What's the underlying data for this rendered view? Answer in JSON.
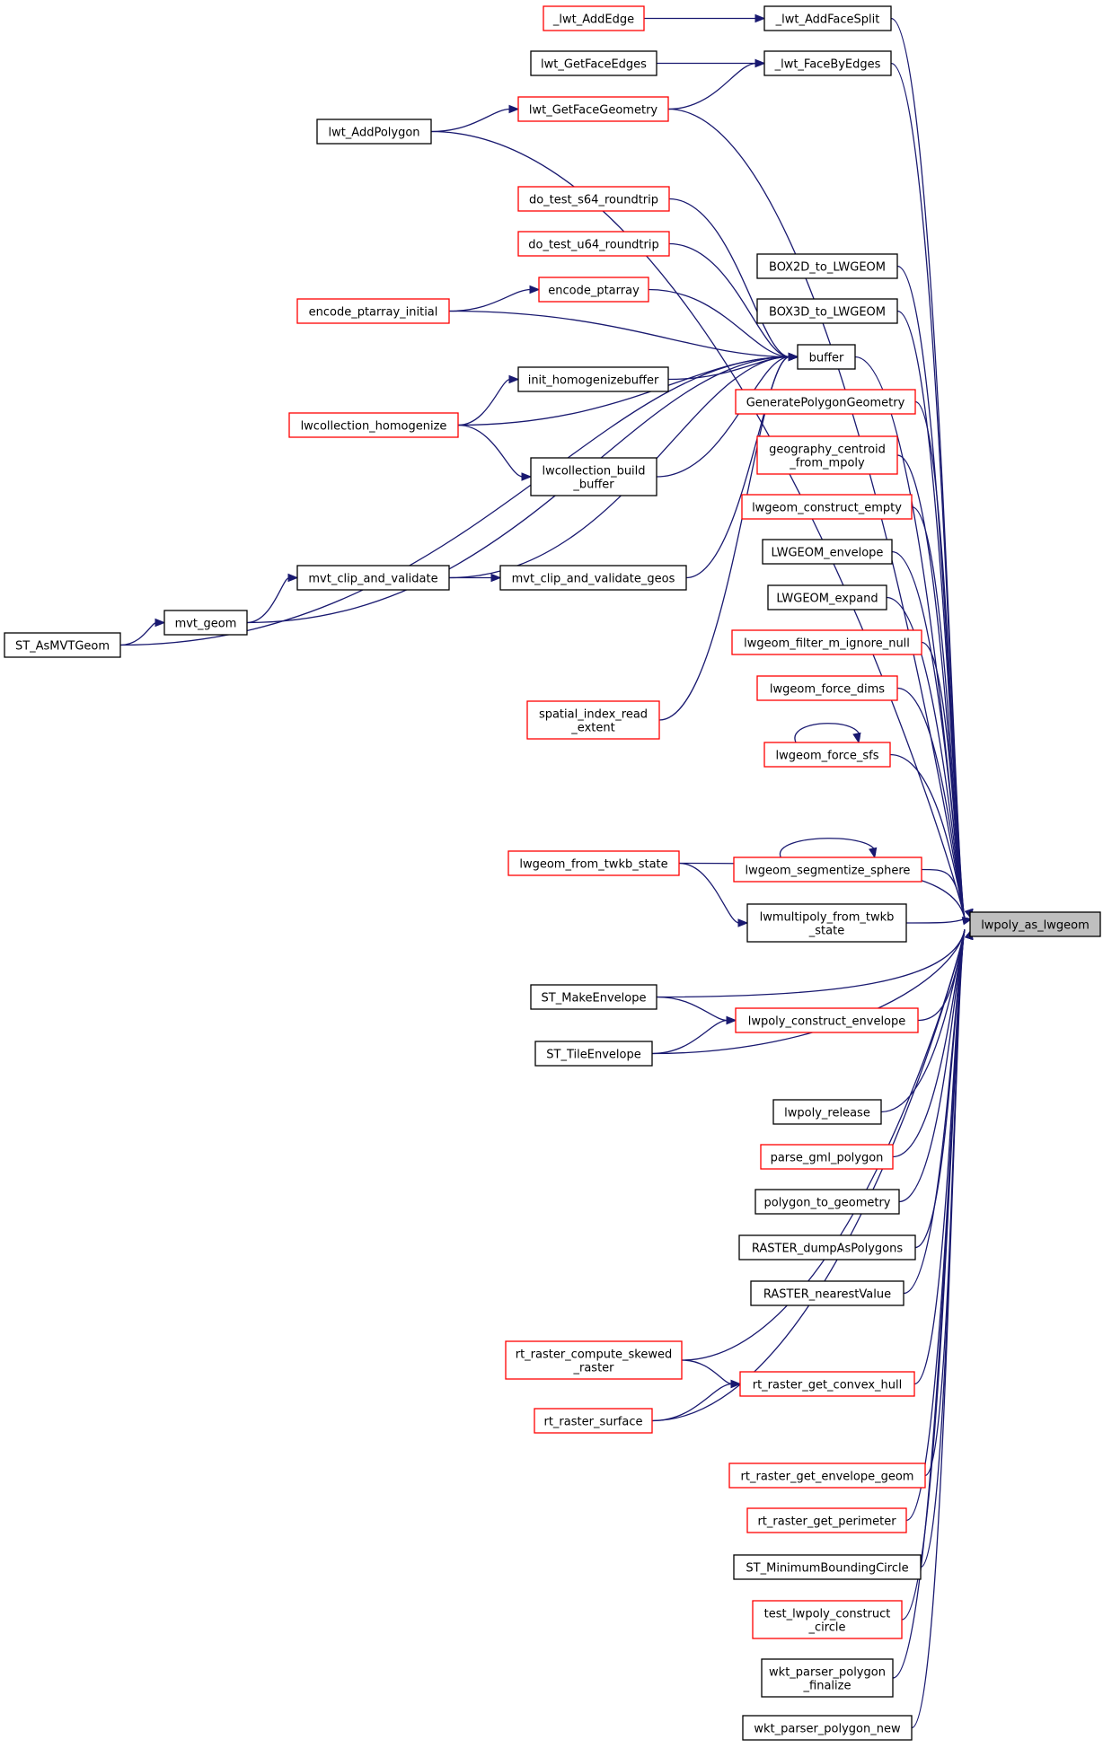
{
  "graph": {
    "target": "lwpoly_as_lwgeom",
    "nodes": [
      {
        "id": "lwpoly_as_lwgeom",
        "lines": [
          "lwpoly_as_lwgeom"
        ],
        "border": "black",
        "fill": "gray"
      },
      {
        "id": "_lwt_AddFaceSplit",
        "lines": [
          "_lwt_AddFaceSplit"
        ],
        "border": "black"
      },
      {
        "id": "_lwt_AddEdge",
        "lines": [
          "_lwt_AddEdge"
        ],
        "border": "red"
      },
      {
        "id": "_lwt_FaceByEdges",
        "lines": [
          "_lwt_FaceByEdges"
        ],
        "border": "black"
      },
      {
        "id": "lwt_GetFaceEdges",
        "lines": [
          "lwt_GetFaceEdges"
        ],
        "border": "black"
      },
      {
        "id": "lwt_GetFaceGeometry",
        "lines": [
          "lwt_GetFaceGeometry"
        ],
        "border": "red"
      },
      {
        "id": "lwt_AddPolygon",
        "lines": [
          "lwt_AddPolygon"
        ],
        "border": "black"
      },
      {
        "id": "do_test_s64_roundtrip",
        "lines": [
          "do_test_s64_roundtrip"
        ],
        "border": "red"
      },
      {
        "id": "do_test_u64_roundtrip",
        "lines": [
          "do_test_u64_roundtrip"
        ],
        "border": "red"
      },
      {
        "id": "encode_ptarray",
        "lines": [
          "encode_ptarray"
        ],
        "border": "red"
      },
      {
        "id": "encode_ptarray_initial",
        "lines": [
          "encode_ptarray_initial"
        ],
        "border": "red"
      },
      {
        "id": "buffer",
        "lines": [
          "buffer"
        ],
        "border": "black"
      },
      {
        "id": "init_homogenizebuffer",
        "lines": [
          "init_homogenizebuffer"
        ],
        "border": "black"
      },
      {
        "id": "lwcollection_homogenize",
        "lines": [
          "lwcollection_homogenize"
        ],
        "border": "red"
      },
      {
        "id": "lwcollection_build_buffer",
        "lines": [
          "lwcollection_build",
          "_buffer"
        ],
        "border": "black"
      },
      {
        "id": "mvt_clip_and_validate",
        "lines": [
          "mvt_clip_and_validate"
        ],
        "border": "black"
      },
      {
        "id": "mvt_clip_and_validate_geos",
        "lines": [
          "mvt_clip_and_validate_geos"
        ],
        "border": "black"
      },
      {
        "id": "mvt_geom",
        "lines": [
          "mvt_geom"
        ],
        "border": "black"
      },
      {
        "id": "ST_AsMVTGeom",
        "lines": [
          "ST_AsMVTGeom"
        ],
        "border": "black"
      },
      {
        "id": "spatial_index_read_extent",
        "lines": [
          "spatial_index_read",
          "_extent"
        ],
        "border": "red"
      },
      {
        "id": "BOX2D_to_LWGEOM",
        "lines": [
          "BOX2D_to_LWGEOM"
        ],
        "border": "black"
      },
      {
        "id": "BOX3D_to_LWGEOM",
        "lines": [
          "BOX3D_to_LWGEOM"
        ],
        "border": "black"
      },
      {
        "id": "GeneratePolygonGeometry",
        "lines": [
          "GeneratePolygonGeometry"
        ],
        "border": "red"
      },
      {
        "id": "geography_centroid_from_mpoly",
        "lines": [
          "geography_centroid",
          "_from_mpoly"
        ],
        "border": "red"
      },
      {
        "id": "lwgeom_construct_empty",
        "lines": [
          "lwgeom_construct_empty"
        ],
        "border": "red"
      },
      {
        "id": "LWGEOM_envelope",
        "lines": [
          "LWGEOM_envelope"
        ],
        "border": "black"
      },
      {
        "id": "LWGEOM_expand",
        "lines": [
          "LWGEOM_expand"
        ],
        "border": "black"
      },
      {
        "id": "lwgeom_filter_m_ignore_null",
        "lines": [
          "lwgeom_filter_m_ignore_null"
        ],
        "border": "red"
      },
      {
        "id": "lwgeom_force_dims",
        "lines": [
          "lwgeom_force_dims"
        ],
        "border": "red"
      },
      {
        "id": "lwgeom_force_sfs",
        "lines": [
          "lwgeom_force_sfs"
        ],
        "border": "red"
      },
      {
        "id": "lwgeom_from_twkb_state",
        "lines": [
          "lwgeom_from_twkb_state"
        ],
        "border": "red"
      },
      {
        "id": "lwgeom_segmentize_sphere",
        "lines": [
          "lwgeom_segmentize_sphere"
        ],
        "border": "red"
      },
      {
        "id": "lwmultipoly_from_twkb_state",
        "lines": [
          "lwmultipoly_from_twkb",
          "_state"
        ],
        "border": "black"
      },
      {
        "id": "ST_MakeEnvelope",
        "lines": [
          "ST_MakeEnvelope"
        ],
        "border": "black"
      },
      {
        "id": "lwpoly_construct_envelope",
        "lines": [
          "lwpoly_construct_envelope"
        ],
        "border": "red"
      },
      {
        "id": "ST_TileEnvelope",
        "lines": [
          "ST_TileEnvelope"
        ],
        "border": "black"
      },
      {
        "id": "lwpoly_release",
        "lines": [
          "lwpoly_release"
        ],
        "border": "black"
      },
      {
        "id": "parse_gml_polygon",
        "lines": [
          "parse_gml_polygon"
        ],
        "border": "red"
      },
      {
        "id": "polygon_to_geometry",
        "lines": [
          "polygon_to_geometry"
        ],
        "border": "black"
      },
      {
        "id": "RASTER_dumpAsPolygons",
        "lines": [
          "RASTER_dumpAsPolygons"
        ],
        "border": "black"
      },
      {
        "id": "RASTER_nearestValue",
        "lines": [
          "RASTER_nearestValue"
        ],
        "border": "black"
      },
      {
        "id": "rt_raster_compute_skewed_raster",
        "lines": [
          "rt_raster_compute_skewed",
          "_raster"
        ],
        "border": "red"
      },
      {
        "id": "rt_raster_get_convex_hull",
        "lines": [
          "rt_raster_get_convex_hull"
        ],
        "border": "red"
      },
      {
        "id": "rt_raster_surface",
        "lines": [
          "rt_raster_surface"
        ],
        "border": "red"
      },
      {
        "id": "rt_raster_get_envelope_geom",
        "lines": [
          "rt_raster_get_envelope_geom"
        ],
        "border": "red"
      },
      {
        "id": "rt_raster_get_perimeter",
        "lines": [
          "rt_raster_get_perimeter"
        ],
        "border": "red"
      },
      {
        "id": "ST_MinimumBoundingCircle",
        "lines": [
          "ST_MinimumBoundingCircle"
        ],
        "border": "black"
      },
      {
        "id": "test_lwpoly_construct_circle",
        "lines": [
          "test_lwpoly_construct",
          "_circle"
        ],
        "border": "red"
      },
      {
        "id": "wkt_parser_polygon_finalize",
        "lines": [
          "wkt_parser_polygon",
          "_finalize"
        ],
        "border": "black"
      },
      {
        "id": "wkt_parser_polygon_new",
        "lines": [
          "wkt_parser_polygon_new"
        ],
        "border": "black"
      }
    ],
    "edges": [
      {
        "from": "_lwt_AddEdge",
        "to": "_lwt_AddFaceSplit"
      },
      {
        "from": "lwt_GetFaceEdges",
        "to": "_lwt_FaceByEdges"
      },
      {
        "from": "lwt_GetFaceGeometry",
        "to": "_lwt_FaceByEdges"
      },
      {
        "from": "lwt_AddPolygon",
        "to": "lwt_GetFaceGeometry"
      },
      {
        "from": "encode_ptarray_initial",
        "to": "encode_ptarray"
      },
      {
        "from": "do_test_s64_roundtrip",
        "to": "buffer"
      },
      {
        "from": "do_test_u64_roundtrip",
        "to": "buffer"
      },
      {
        "from": "encode_ptarray",
        "to": "buffer"
      },
      {
        "from": "encode_ptarray_initial",
        "to": "buffer"
      },
      {
        "from": "init_homogenizebuffer",
        "to": "buffer"
      },
      {
        "from": "lwcollection_homogenize",
        "to": "buffer"
      },
      {
        "from": "lwcollection_build_buffer",
        "to": "buffer"
      },
      {
        "from": "mvt_clip_and_validate",
        "to": "buffer"
      },
      {
        "from": "mvt_clip_and_validate_geos",
        "to": "buffer"
      },
      {
        "from": "mvt_geom",
        "to": "buffer"
      },
      {
        "from": "ST_AsMVTGeom",
        "to": "buffer"
      },
      {
        "from": "spatial_index_read_extent",
        "to": "buffer"
      },
      {
        "from": "lwcollection_homogenize",
        "to": "init_homogenizebuffer"
      },
      {
        "from": "lwcollection_homogenize",
        "to": "lwcollection_build_buffer"
      },
      {
        "from": "mvt_clip_and_validate",
        "to": "mvt_clip_and_validate_geos"
      },
      {
        "from": "mvt_geom",
        "to": "mvt_clip_and_validate"
      },
      {
        "from": "ST_AsMVTGeom",
        "to": "mvt_geom"
      },
      {
        "from": "lwgeom_force_sfs",
        "to": "lwgeom_force_sfs"
      },
      {
        "from": "lwgeom_segmentize_sphere",
        "to": "lwgeom_segmentize_sphere"
      },
      {
        "from": "lwgeom_from_twkb_state",
        "to": "lwmultipoly_from_twkb_state"
      },
      {
        "from": "ST_MakeEnvelope",
        "to": "lwpoly_construct_envelope"
      },
      {
        "from": "ST_TileEnvelope",
        "to": "lwpoly_construct_envelope"
      },
      {
        "from": "rt_raster_compute_skewed_raster",
        "to": "rt_raster_get_convex_hull"
      },
      {
        "from": "rt_raster_surface",
        "to": "rt_raster_get_convex_hull"
      },
      {
        "from": "_lwt_AddFaceSplit",
        "to": "lwpoly_as_lwgeom"
      },
      {
        "from": "_lwt_FaceByEdges",
        "to": "lwpoly_as_lwgeom"
      },
      {
        "from": "lwt_GetFaceGeometry",
        "to": "lwpoly_as_lwgeom"
      },
      {
        "from": "lwt_AddPolygon",
        "to": "lwpoly_as_lwgeom"
      },
      {
        "from": "BOX2D_to_LWGEOM",
        "to": "lwpoly_as_lwgeom"
      },
      {
        "from": "BOX3D_to_LWGEOM",
        "to": "lwpoly_as_lwgeom"
      },
      {
        "from": "buffer",
        "to": "lwpoly_as_lwgeom"
      },
      {
        "from": "GeneratePolygonGeometry",
        "to": "lwpoly_as_lwgeom"
      },
      {
        "from": "geography_centroid_from_mpoly",
        "to": "lwpoly_as_lwgeom"
      },
      {
        "from": "lwgeom_construct_empty",
        "to": "lwpoly_as_lwgeom"
      },
      {
        "from": "LWGEOM_envelope",
        "to": "lwpoly_as_lwgeom"
      },
      {
        "from": "LWGEOM_expand",
        "to": "lwpoly_as_lwgeom"
      },
      {
        "from": "lwgeom_filter_m_ignore_null",
        "to": "lwpoly_as_lwgeom"
      },
      {
        "from": "lwgeom_force_dims",
        "to": "lwpoly_as_lwgeom"
      },
      {
        "from": "lwgeom_force_sfs",
        "to": "lwpoly_as_lwgeom"
      },
      {
        "from": "lwgeom_from_twkb_state",
        "to": "lwpoly_as_lwgeom"
      },
      {
        "from": "lwgeom_segmentize_sphere",
        "to": "lwpoly_as_lwgeom"
      },
      {
        "from": "lwmultipoly_from_twkb_state",
        "to": "lwpoly_as_lwgeom"
      },
      {
        "from": "ST_MakeEnvelope",
        "to": "lwpoly_as_lwgeom"
      },
      {
        "from": "lwpoly_construct_envelope",
        "to": "lwpoly_as_lwgeom"
      },
      {
        "from": "ST_TileEnvelope",
        "to": "lwpoly_as_lwgeom"
      },
      {
        "from": "lwpoly_release",
        "to": "lwpoly_as_lwgeom"
      },
      {
        "from": "parse_gml_polygon",
        "to": "lwpoly_as_lwgeom"
      },
      {
        "from": "polygon_to_geometry",
        "to": "lwpoly_as_lwgeom"
      },
      {
        "from": "RASTER_dumpAsPolygons",
        "to": "lwpoly_as_lwgeom"
      },
      {
        "from": "RASTER_nearestValue",
        "to": "lwpoly_as_lwgeom"
      },
      {
        "from": "rt_raster_compute_skewed_raster",
        "to": "lwpoly_as_lwgeom"
      },
      {
        "from": "rt_raster_get_convex_hull",
        "to": "lwpoly_as_lwgeom"
      },
      {
        "from": "rt_raster_surface",
        "to": "lwpoly_as_lwgeom"
      },
      {
        "from": "rt_raster_get_envelope_geom",
        "to": "lwpoly_as_lwgeom"
      },
      {
        "from": "rt_raster_get_perimeter",
        "to": "lwpoly_as_lwgeom"
      },
      {
        "from": "ST_MinimumBoundingCircle",
        "to": "lwpoly_as_lwgeom"
      },
      {
        "from": "test_lwpoly_construct_circle",
        "to": "lwpoly_as_lwgeom"
      },
      {
        "from": "wkt_parser_polygon_finalize",
        "to": "lwpoly_as_lwgeom"
      },
      {
        "from": "wkt_parser_polygon_new",
        "to": "lwpoly_as_lwgeom"
      }
    ]
  }
}
